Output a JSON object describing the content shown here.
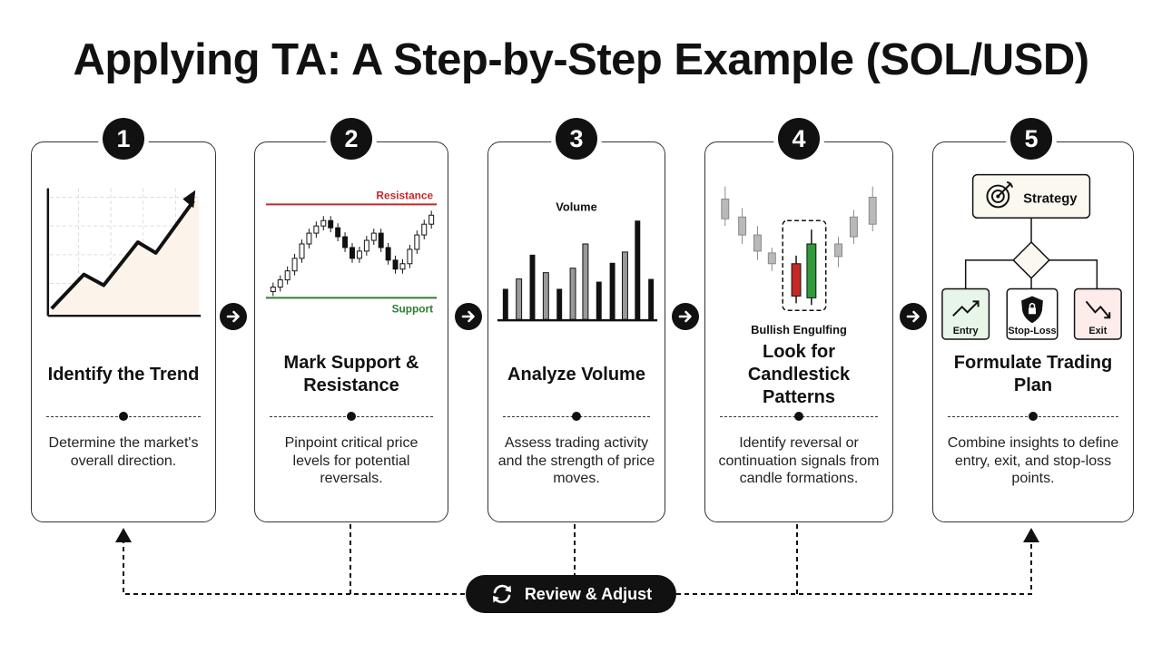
{
  "title": "Applying TA: A Step-by-Step Example (SOL/USD)",
  "steps": [
    {
      "number": "1",
      "title": "Identify the Trend",
      "description": "Determine the market's overall direction."
    },
    {
      "number": "2",
      "title": "Mark Support & Resistance",
      "description": "Pinpoint critical price levels for potential reversals."
    },
    {
      "number": "3",
      "title": "Analyze Volume",
      "description": "Assess trading activity and the strength of price moves."
    },
    {
      "number": "4",
      "title": "Look for Candlestick Patterns",
      "description": "Identify reversal or continuation signals from candle formations."
    },
    {
      "number": "5",
      "title": "Formulate Trading Plan",
      "description": "Combine insights to define entry, exit, and stop-loss points."
    }
  ],
  "illustrations": {
    "sr": {
      "resistance_label": "Resistance",
      "support_label": "Support"
    },
    "volume": {
      "label": "Volume"
    },
    "pattern": {
      "label": "Bullish Engulfing"
    },
    "plan": {
      "strategy_label": "Strategy",
      "entry_label": "Entry",
      "stoploss_label": "Stop-Loss",
      "exit_label": "Exit"
    }
  },
  "review": {
    "label": "Review & Adjust"
  },
  "icons": {
    "arrow": "arrow-right-icon",
    "review": "refresh-icon",
    "strategy": "target-icon",
    "entry": "trend-up-icon",
    "stoploss": "shield-icon",
    "exit": "trend-down-icon"
  },
  "colors": {
    "resistance": "#c62828",
    "support": "#2e7d32",
    "bull": "#2e9a3a",
    "bear": "#c62828",
    "entry_bg": "#e8f5e9",
    "exit_bg": "#fdecea",
    "trend_fill": "#fcf3ea"
  }
}
